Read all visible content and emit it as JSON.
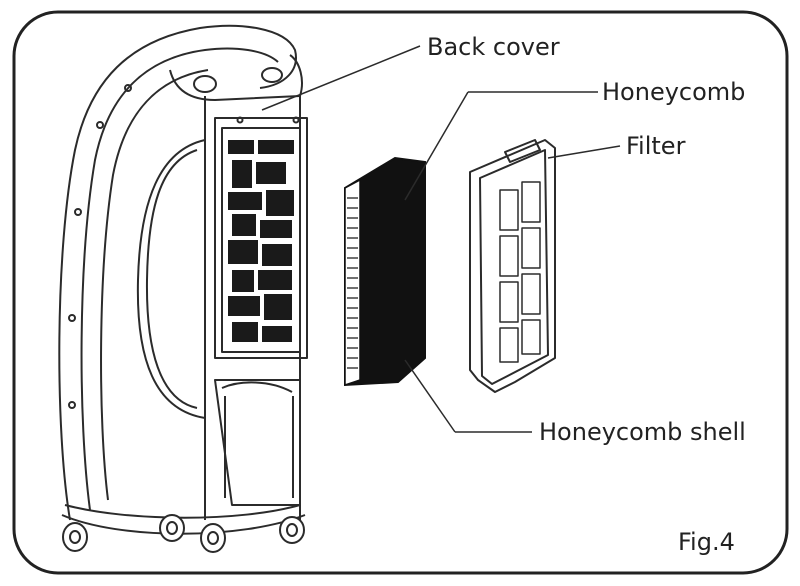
{
  "labels": {
    "back_cover": "Back cover",
    "honeycomb": "Honeycomb",
    "filter": "Filter",
    "honeycomb_shell": "Honeycomb shell",
    "figure": "Fig.4"
  },
  "colors": {
    "line": "#2b2b2b",
    "fill_dark": "#111111",
    "background": "#ffffff"
  }
}
